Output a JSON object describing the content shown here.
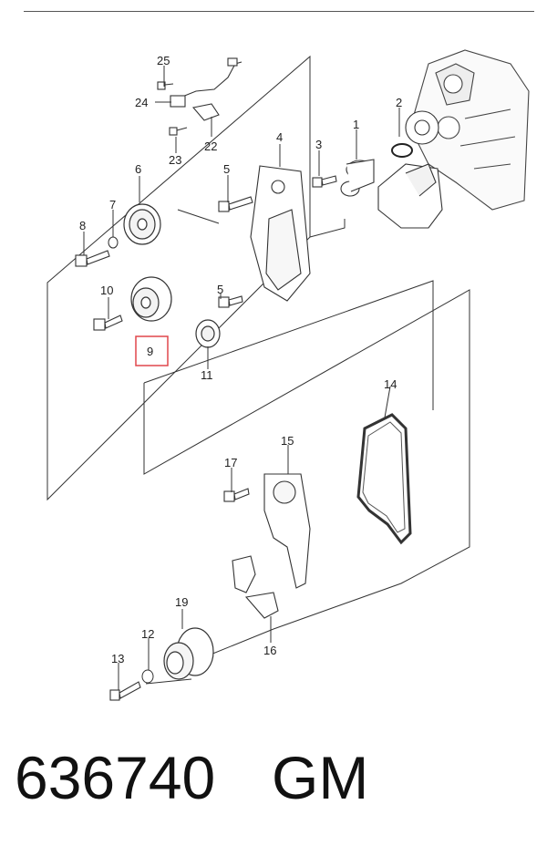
{
  "callouts": {
    "c1": "1",
    "c2": "2",
    "c3": "3",
    "c4": "4",
    "c5a": "5",
    "c5b": "5",
    "c6": "6",
    "c7": "7",
    "c8": "8",
    "c9": "9",
    "c10": "10",
    "c11": "11",
    "c12": "12",
    "c13": "13",
    "c14": "14",
    "c15": "15",
    "c16": "16",
    "c17": "17",
    "c19": "19",
    "c22": "22",
    "c23": "23",
    "c24": "24",
    "c25": "25"
  },
  "highlight": {
    "part": "9",
    "color": "#e0474c"
  },
  "footer": {
    "part_code": "636740",
    "brand": "GM"
  }
}
